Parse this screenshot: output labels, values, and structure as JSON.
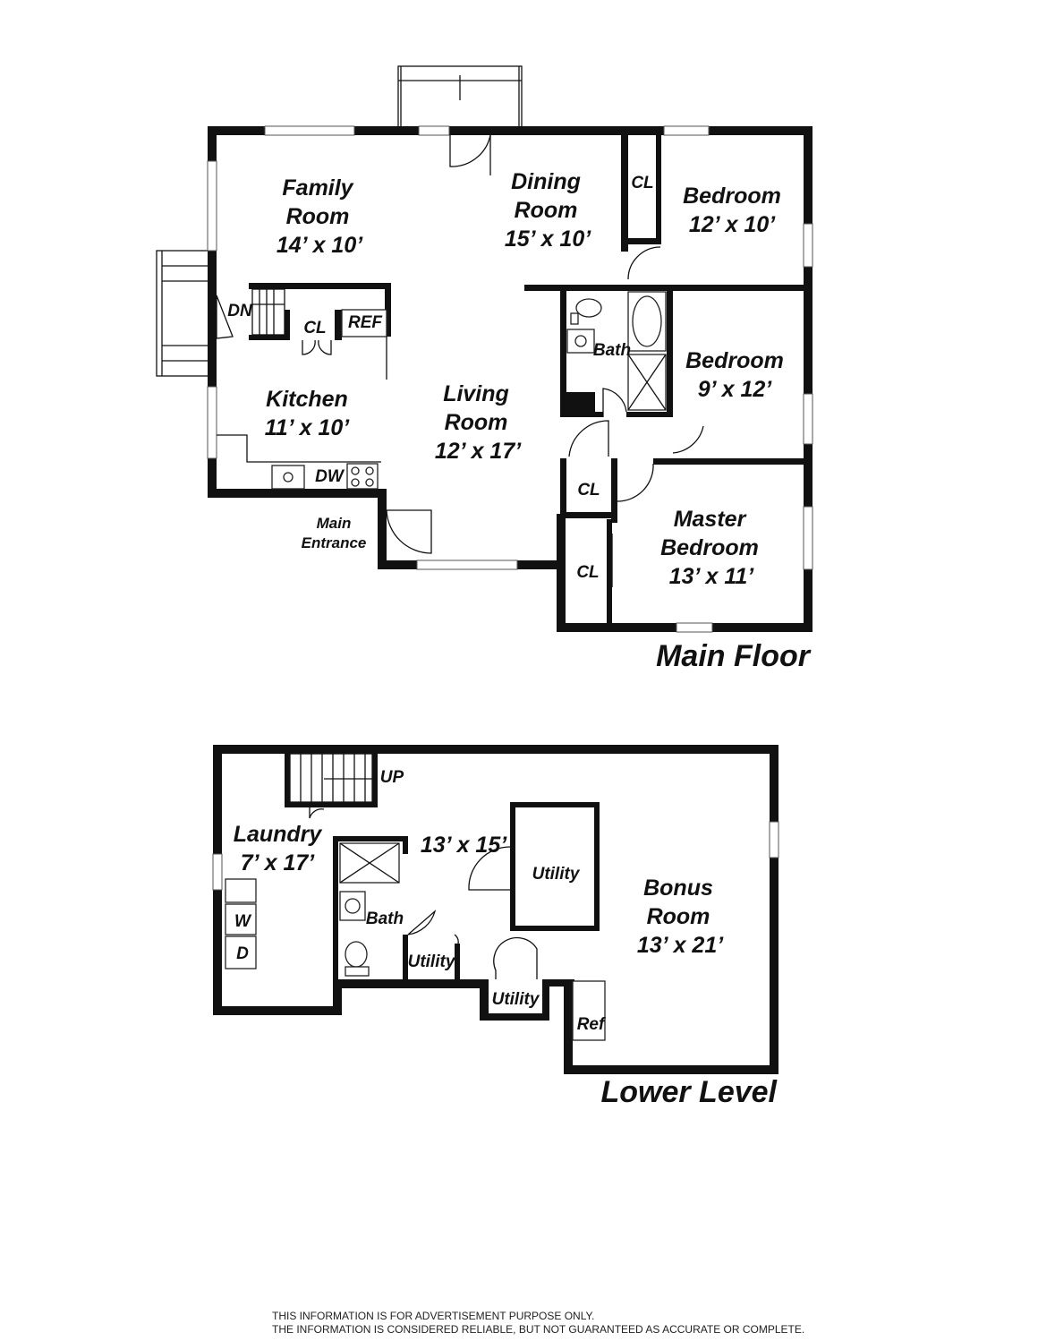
{
  "main_floor": {
    "title": "Main Floor",
    "rooms": {
      "family_name_1": "Family",
      "family_name_2": "Room",
      "family_size": "14’ x 10’",
      "dining_name_1": "Dining",
      "dining_name_2": "Room",
      "dining_size": "15’ x 10’",
      "bedroom1_name": "Bedroom",
      "bedroom1_size": "12’ x 10’",
      "bedroom2_name": "Bedroom",
      "bedroom2_size": "9’ x 12’",
      "kitchen_name": "Kitchen",
      "kitchen_size": "11’ x 10’",
      "living_name_1": "Living",
      "living_name_2": "Room",
      "living_size": "12’ x 17’",
      "master_name_1": "Master",
      "master_name_2": "Bedroom",
      "master_size": "13’ x 11’"
    },
    "labels": {
      "cl_top": "CL",
      "cl_kitchen": "CL",
      "cl_hall": "CL",
      "cl_master": "CL",
      "dn": "DN",
      "ref": "REF",
      "dw": "DW",
      "bath": "Bath",
      "main_entrance_1": "Main",
      "main_entrance_2": "Entrance"
    }
  },
  "lower_level": {
    "title": "Lower Level",
    "labels": {
      "up": "UP",
      "laundry_name": "Laundry",
      "laundry_size": "7’ x 17’",
      "center_size": "13’ x 15’",
      "utility_1": "Utility",
      "utility_2": "Utility",
      "utility_3": "Utility",
      "bath": "Bath",
      "w": "W",
      "d": "D",
      "bonus_name_1": "Bonus",
      "bonus_name_2": "Room",
      "bonus_size": "13’ x 21’",
      "ref": "Ref"
    }
  },
  "disclaimer": {
    "line1": "THIS INFORMATION IS FOR ADVERTISEMENT PURPOSE ONLY.",
    "line2": "THE INFORMATION IS CONSIDERED RELIABLE, BUT NOT GUARANTEED AS ACCURATE OR COMPLETE."
  }
}
